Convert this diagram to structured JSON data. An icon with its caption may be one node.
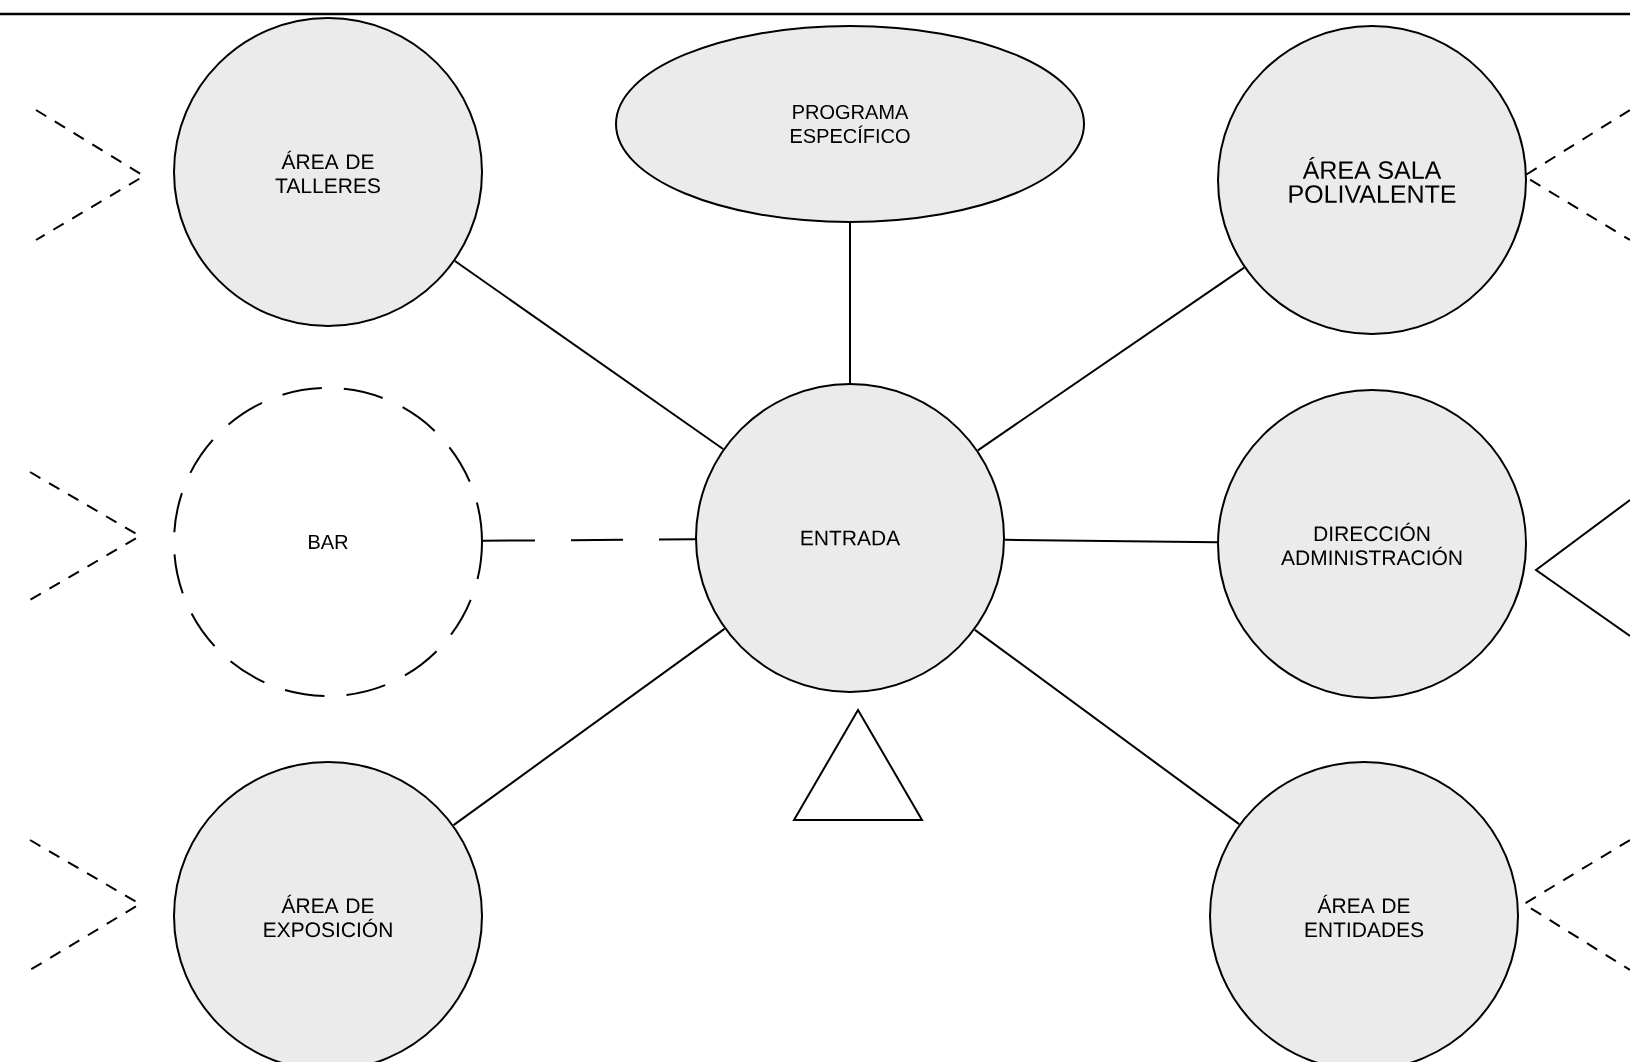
{
  "diagram": {
    "nodes": [
      {
        "text": [
          "ÁREA DE TALLERES"
        ]
      },
      {
        "text": [
          "PROGRAMA ESPECÍFICO"
        ]
      },
      {
        "text": [
          "ÁREA SALA POLIVALENTE"
        ]
      },
      {
        "text": [
          "BAR"
        ]
      },
      {
        "text": [
          "ENTRADA"
        ]
      },
      {
        "text": [
          "DIRECCIÓN ADMINISTRACIÓN"
        ]
      },
      {
        "text": [
          "ÁREA DE EXPOSICIÓN"
        ]
      },
      {
        "text": [
          "ÁREA DE ENTIDADES"
        ]
      }
    ],
    "edges": [
      {
        "from": 4,
        "to": 0,
        "arrow": "none"
      },
      {
        "from": 4,
        "to": 1,
        "arrow": "none"
      },
      {
        "from": 4,
        "to": 2,
        "arrow": "none"
      },
      {
        "from": 3,
        "to": 4,
        "arrow": "none",
        "style": "dashed"
      },
      {
        "from": 4,
        "to": 5,
        "arrow": "none"
      },
      {
        "from": 4,
        "to": 6,
        "arrow": "none"
      },
      {
        "from": 4,
        "to": 7,
        "arrow": "none"
      }
    ]
  }
}
